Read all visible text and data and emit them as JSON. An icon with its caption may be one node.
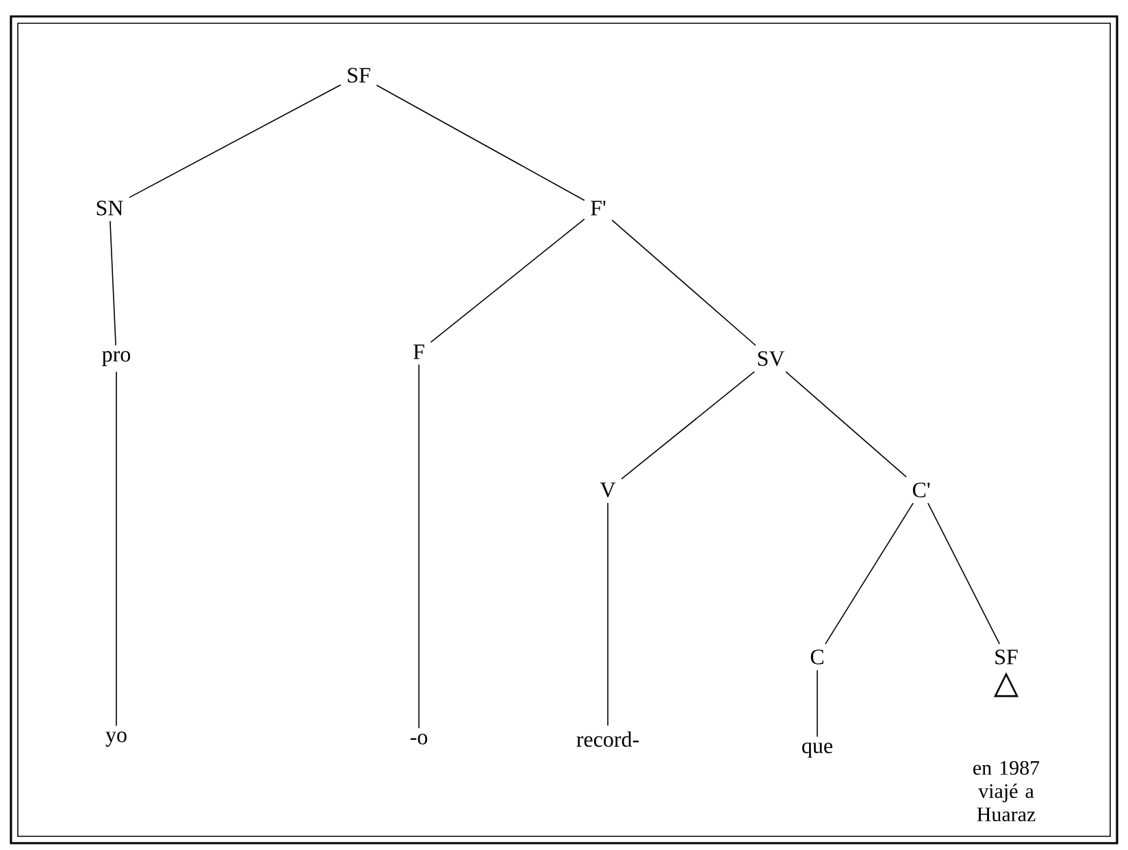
{
  "diagram": {
    "nodes": [
      {
        "text": [
          "SF"
        ]
      },
      {
        "text": [
          "SN"
        ]
      },
      {
        "text": [
          "F'"
        ]
      },
      {
        "text": [
          "pro"
        ]
      },
      {
        "text": [
          "F"
        ]
      },
      {
        "text": [
          "SV"
        ]
      },
      {
        "text": [
          "V"
        ]
      },
      {
        "text": [
          "C'"
        ]
      },
      {
        "text": [
          "C"
        ]
      },
      {
        "text": [
          "SF"
        ]
      },
      {
        "text": [
          "yo"
        ]
      },
      {
        "text": [
          "-o"
        ]
      },
      {
        "text": [
          "record-"
        ]
      },
      {
        "text": [
          "que"
        ]
      },
      {
        "text": [
          "en 1987 viajé a Huaraz"
        ]
      }
    ],
    "edges": [
      {
        "from": 0,
        "to": 1,
        "arrow": "none"
      },
      {
        "from": 0,
        "to": 2,
        "arrow": "none"
      },
      {
        "from": 1,
        "to": 3,
        "arrow": "none"
      },
      {
        "from": 3,
        "to": 10,
        "arrow": "none"
      },
      {
        "from": 2,
        "to": 4,
        "arrow": "none"
      },
      {
        "from": 2,
        "to": 5,
        "arrow": "none"
      },
      {
        "from": 4,
        "to": 11,
        "arrow": "none"
      },
      {
        "from": 5,
        "to": 6,
        "arrow": "none"
      },
      {
        "from": 5,
        "to": 7,
        "arrow": "none"
      },
      {
        "from": 6,
        "to": 12,
        "arrow": "none"
      },
      {
        "from": 7,
        "to": 8,
        "arrow": "none"
      },
      {
        "from": 7,
        "to": 9,
        "arrow": "none"
      },
      {
        "from": 8,
        "to": 13,
        "arrow": "none"
      }
    ]
  }
}
